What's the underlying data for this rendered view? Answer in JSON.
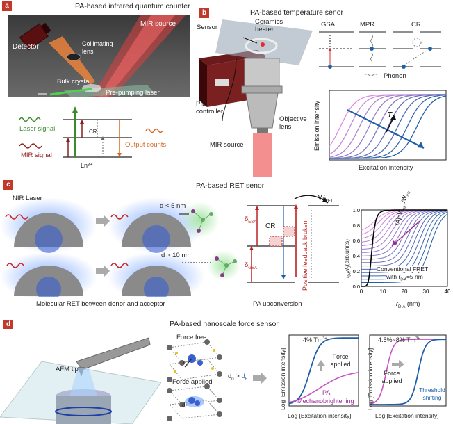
{
  "panel_a": {
    "tag": "a",
    "title": "PA-based infrared quantum counter",
    "mir_source": "MIR source",
    "detector": "Detector",
    "collimating_lens": "Collimating lens",
    "bulk_crystal": "Bulk crystal",
    "pre_pumping_laser": "Pre-pumping laser",
    "laser_signal": "Laser signal",
    "mir_signal": "MIR signal",
    "output_counts": "Output counts",
    "cr": "CR",
    "ion": "Ln³⁺",
    "colors": {
      "laser": "#3a8c2a",
      "mir": "#8b1c1c",
      "output": "#d2691e"
    }
  },
  "panel_b": {
    "tag": "b",
    "title": "PA-based  temperature senor",
    "sensor": "Sensor",
    "ceramics_heater": "Ceramics heater",
    "pid_controller": "PID controller",
    "objective_lens": "Objective lens",
    "mir_source": "MIR source",
    "gsa": "GSA",
    "mpr": "MPR",
    "cr": "CR",
    "phonon": "Phonon",
    "y_label": "Emission intensity",
    "x_label": "Excitation intensity",
    "t_label": "T"
  },
  "panel_c": {
    "tag": "c",
    "title": "PA-based RET senor",
    "nir_laser": "NIR Laser",
    "d_small": "d < 5 nm",
    "d_large": "d > 10 nm",
    "caption_left": "Molecular RET between donor and acceptor",
    "caption_mid": "PA upconversion",
    "w_ret": "W",
    "w_ret_sub": "RET",
    "delta_esa": "δ",
    "delta_esa_sub": "ESA",
    "delta_gsa": "δ",
    "delta_gsa_sub": "GSA",
    "cr": "CR",
    "feedback": "Positive feedback broken",
    "chart_annotation": "[A]=W",
    "chart_annotation_2": "RET",
    "chart_annotation_3": "/W",
    "chart_annotation_4": "CR",
    "conventional": "Conventional FRET",
    "conventional_2": "with r",
    "conventional_3": "D-A",
    "conventional_4": "=5 nm"
  },
  "chart_data": {
    "type": "line",
    "xlabel": "r",
    "xlabel_sub": "D-A",
    "xlabel_unit": " (nm)",
    "ylabel": "I",
    "ylabel_sub": "DA",
    "ylabel_mid": "/I",
    "ylabel_sub2": "D",
    "ylabel_unit": "(arb.units)",
    "xlim": [
      0,
      40
    ],
    "ylim": [
      0,
      1
    ],
    "x_ticks": [
      "0",
      "10",
      "20",
      "30",
      "40"
    ],
    "y_ticks": [
      "0.0",
      "0.2",
      "0.4",
      "0.6",
      "0.8",
      "1.0"
    ],
    "series_count": 16,
    "conventional_r0": 5
  },
  "panel_d": {
    "tag": "d",
    "title": "PA-based nanoscale force sensor",
    "afm_tip": "AFM tip",
    "force_free": "Force free",
    "force_applied": "Force applied",
    "d0_gt_df": "d",
    "d0_sub": "0",
    "gt": " > ",
    "df": "d",
    "df_sub": "F",
    "d0_label": "d",
    "d0_label_sub": "0",
    "df_label": "d",
    "df_label_sub": "F",
    "chart1_title": "4% Tm",
    "chart1_sup": "3+",
    "chart1_force": "Force applied",
    "chart1_pa": "PA",
    "chart1_mech": "Mechanobrightening",
    "chart2_title": "4.5%~8% Tm",
    "chart2_sup": "3+",
    "chart2_force": "Force applied",
    "chart2_shift": "Threshold shifting",
    "ylabel": "Log [Emission intensity]",
    "xlabel": "Log [Excitation intensity]",
    "colors": {
      "blue": "#1f5fa8",
      "pink": "#c850c8"
    }
  }
}
